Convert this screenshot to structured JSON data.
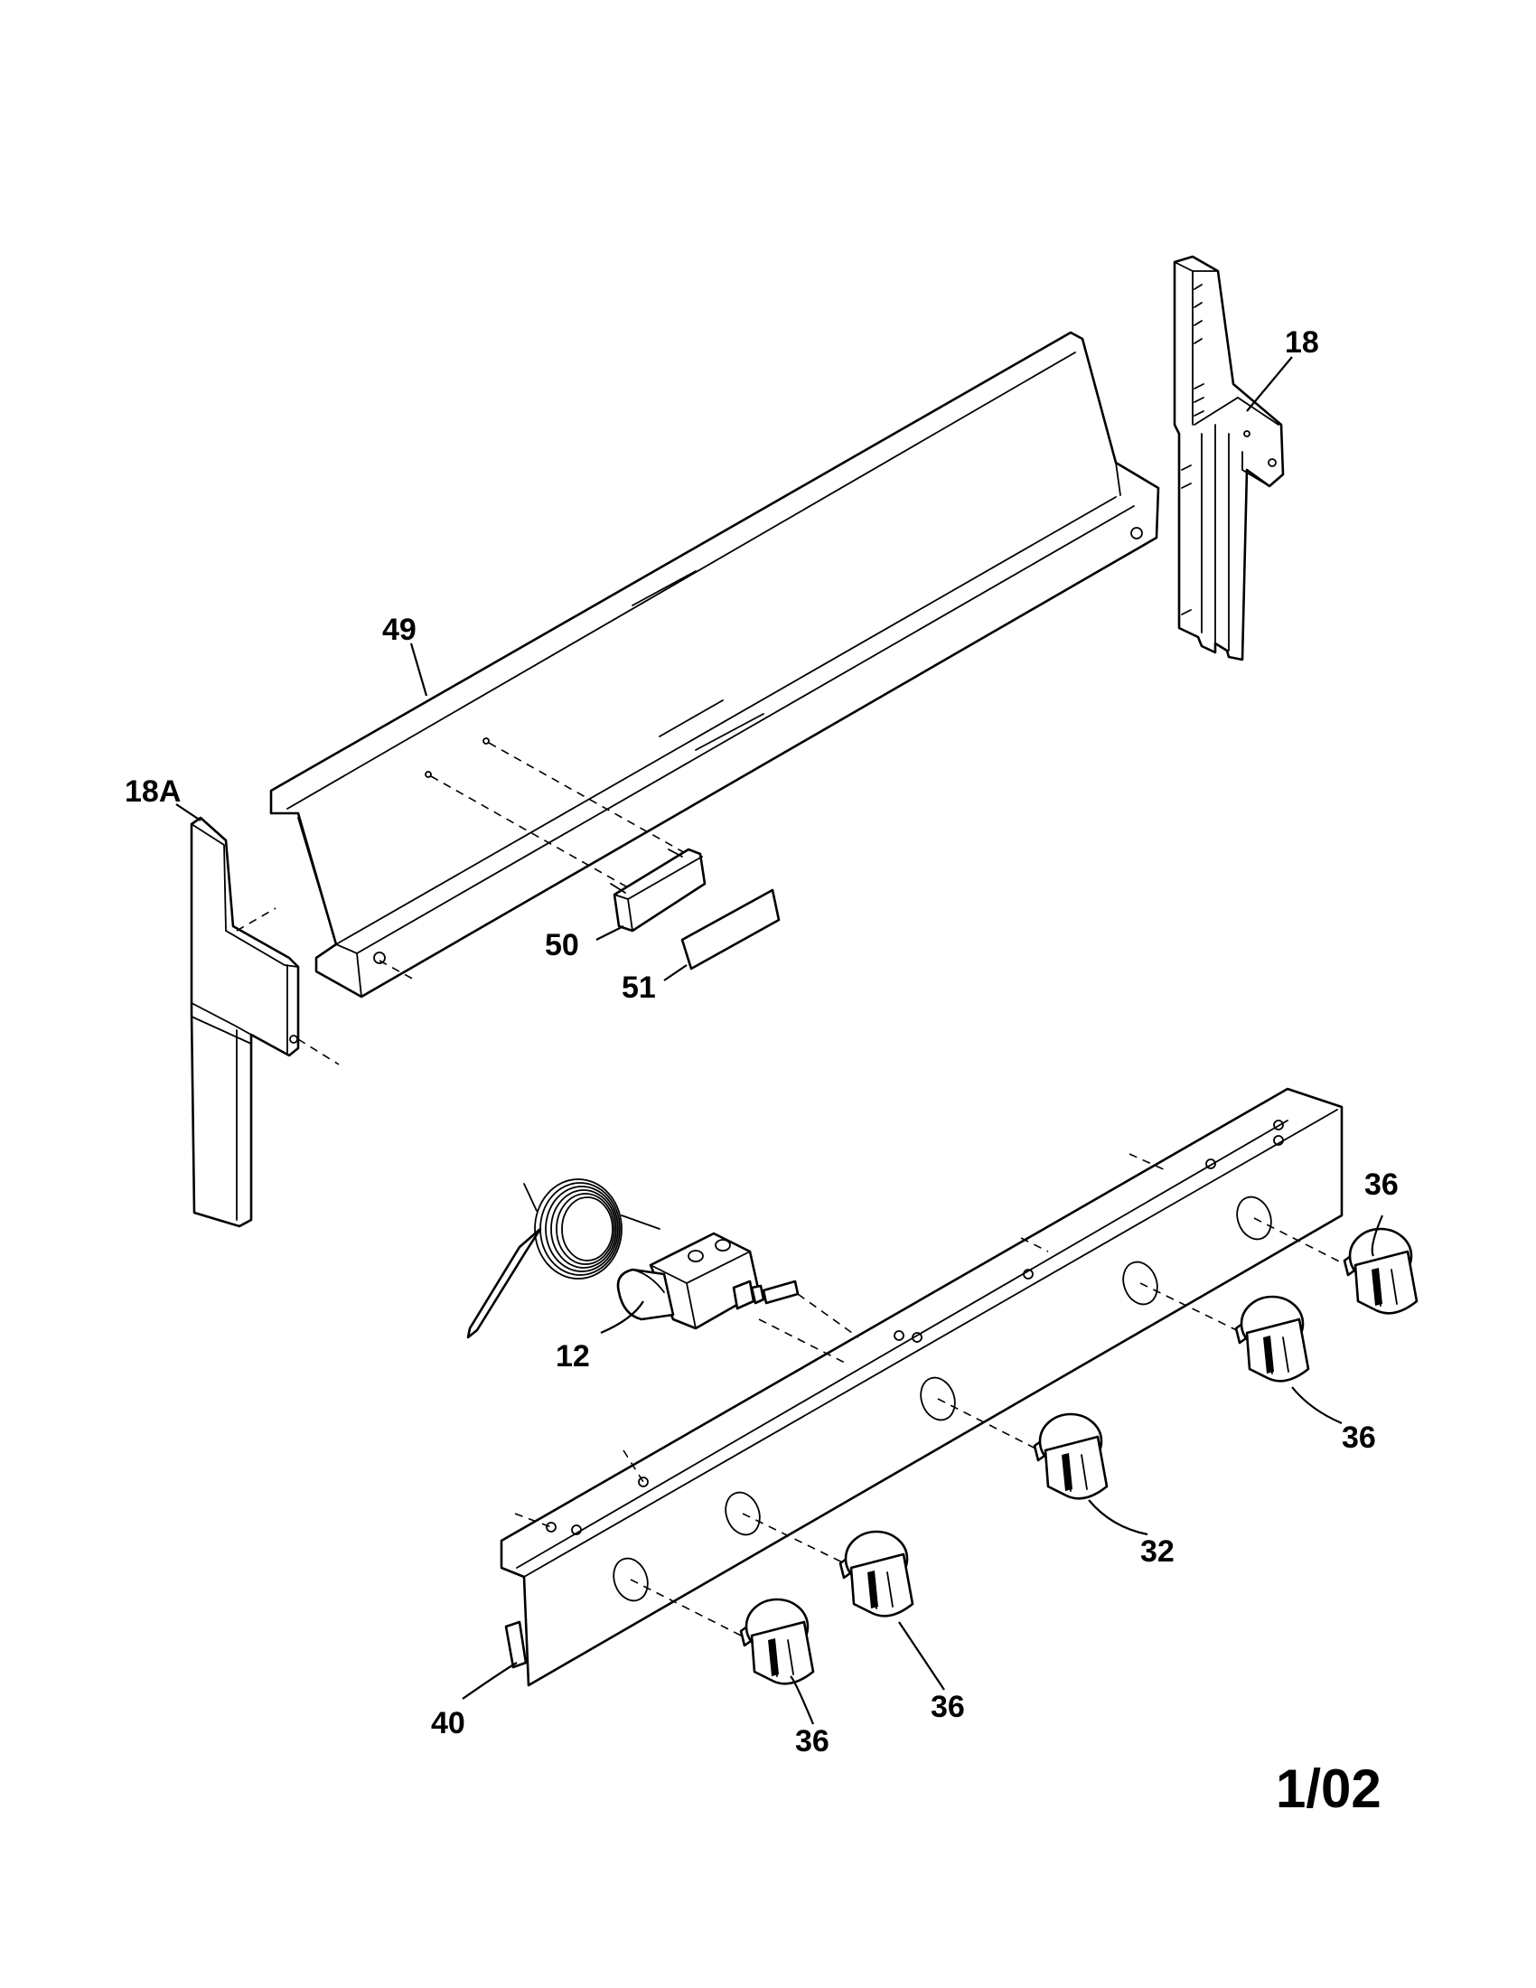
{
  "callouts": [
    {
      "id": "part-49",
      "text": "49"
    },
    {
      "id": "part-18",
      "text": "18"
    },
    {
      "id": "part-18a",
      "text": "18A"
    },
    {
      "id": "part-50",
      "text": "50"
    },
    {
      "id": "part-51",
      "text": "51"
    },
    {
      "id": "part-12",
      "text": "12"
    },
    {
      "id": "part-40",
      "text": "40"
    },
    {
      "id": "part-32",
      "text": "32"
    },
    {
      "id": "part-36-a",
      "text": "36"
    },
    {
      "id": "part-36-b",
      "text": "36"
    },
    {
      "id": "part-36-c",
      "text": "36"
    },
    {
      "id": "part-36-d",
      "text": "36"
    }
  ],
  "page_code": "1/02",
  "colors": {
    "ink": "#000000",
    "paper": "#ffffff"
  }
}
